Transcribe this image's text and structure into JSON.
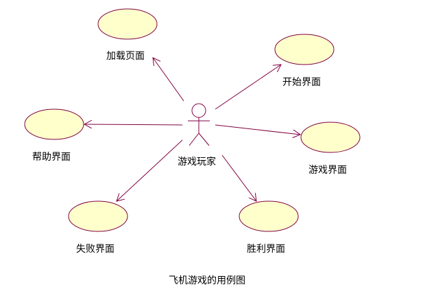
{
  "diagram": {
    "caption": "飞机游戏的用例图",
    "actor": {
      "label": "游戏玩家"
    },
    "use_cases": [
      {
        "id": "loading",
        "label": "加载页面"
      },
      {
        "id": "start",
        "label": "开始界面"
      },
      {
        "id": "help",
        "label": "帮助界面"
      },
      {
        "id": "game",
        "label": "游戏界面"
      },
      {
        "id": "fail",
        "label": "失败界面"
      },
      {
        "id": "win",
        "label": "胜利界面"
      }
    ],
    "colors": {
      "use_case_fill": "#ffffcc",
      "line": "#800040",
      "text": "#000000",
      "background": "#ffffff"
    }
  }
}
